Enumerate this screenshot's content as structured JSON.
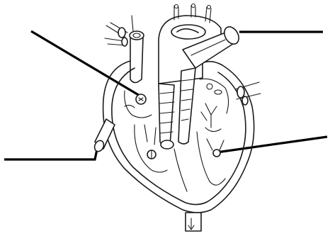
{
  "diagram": {
    "parts": [
      "heart-outline",
      "superior-vena-cava",
      "aortic-arch",
      "pulmonary-artery",
      "right-atrium",
      "left-atrium",
      "right-ventricle",
      "left-ventricle",
      "septum",
      "tricuspid-valve",
      "mitral-valve",
      "inferior-vena-cava",
      "descending-aorta",
      "pulmonary-veins"
    ],
    "leader_lines": 4,
    "label_text": []
  }
}
